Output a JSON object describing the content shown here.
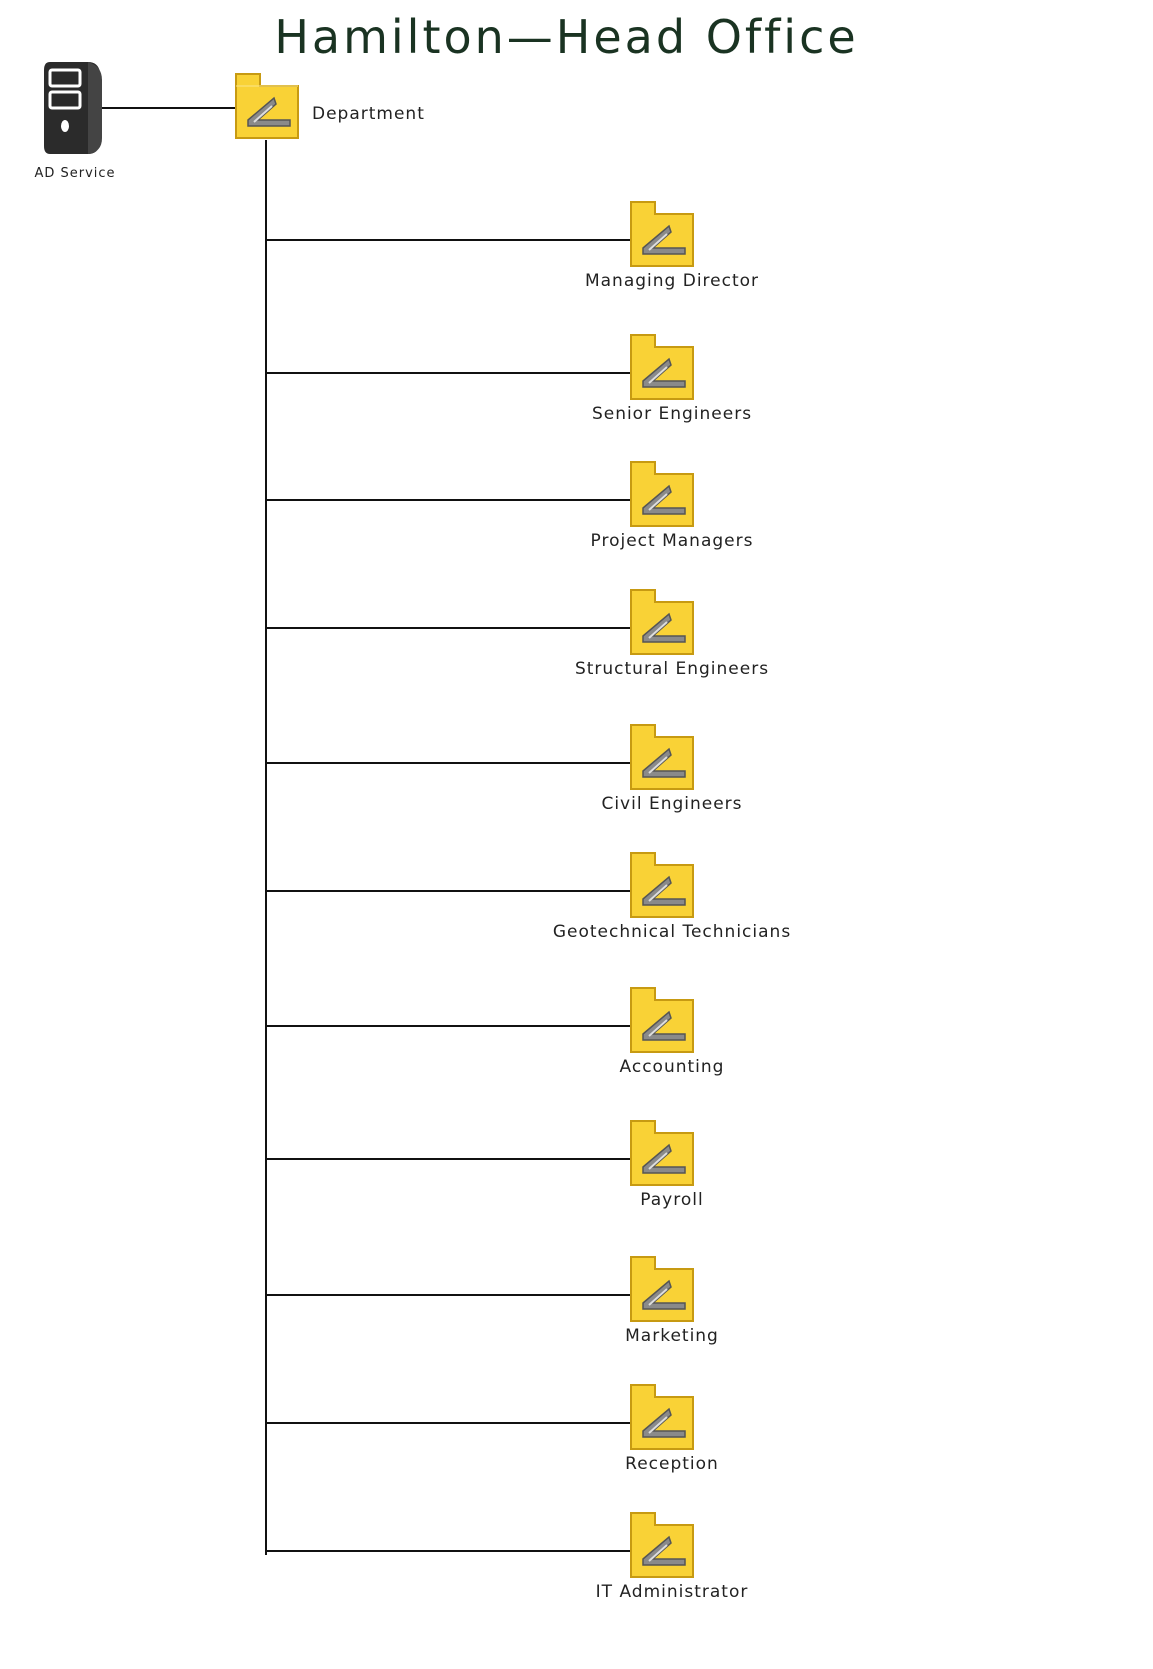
{
  "title": "Hamilton—Head Office",
  "server": {
    "label": "AD Service",
    "icon": "server-tower-icon"
  },
  "root": {
    "label": "Department",
    "icon": "folder-icon"
  },
  "children": [
    {
      "label": "Managing Director"
    },
    {
      "label": "Senior Engineers"
    },
    {
      "label": "Project Managers"
    },
    {
      "label": "Structural Engineers"
    },
    {
      "label": "Civil Engineers"
    },
    {
      "label": "Geotechnical Technicians"
    },
    {
      "label": "Accounting"
    },
    {
      "label": "Payroll"
    },
    {
      "label": "Marketing"
    },
    {
      "label": "Reception"
    },
    {
      "label": "IT Administrator"
    }
  ],
  "colors": {
    "title": "#1a3322",
    "folder_fill": "#f9d236",
    "folder_edge": "#c79a12",
    "line": "#111111",
    "server": "#2b2b2b"
  }
}
